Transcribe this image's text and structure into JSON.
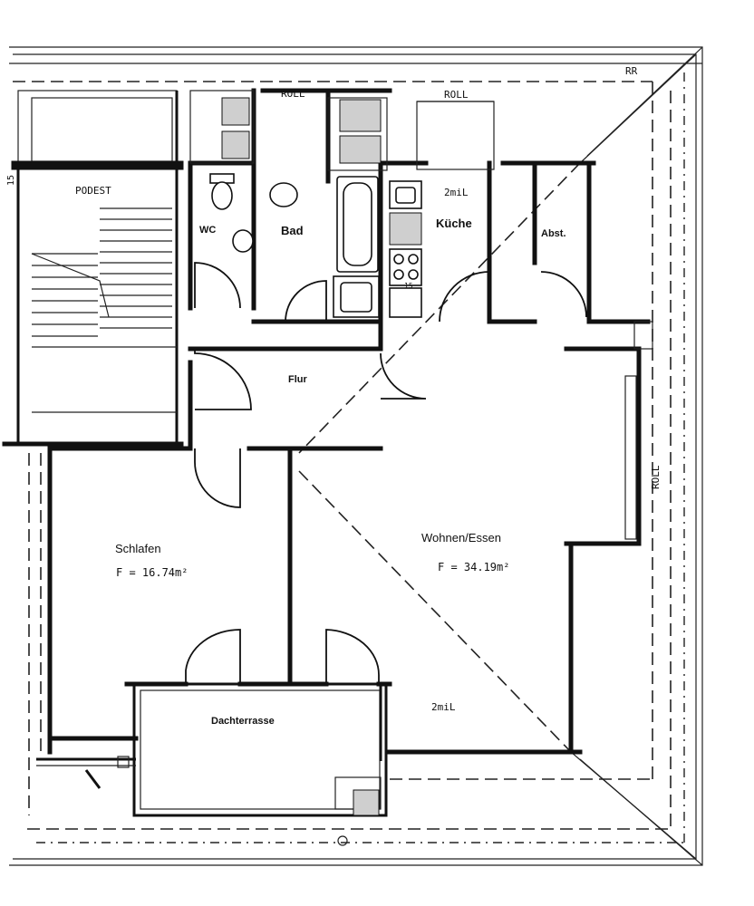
{
  "rooms": {
    "podest": "PODEST",
    "wc": "WC",
    "bad": "Bad",
    "kueche": "Küche",
    "abst": "Abst.",
    "flur": "Flur",
    "schlafen": "Schlafen",
    "schlafen_area": "F = 16.74m²",
    "wohnen": "Wohnen/Essen",
    "wohnen_area": "F = 34.19m²",
    "dachterrasse": "Dachterrasse"
  },
  "annotations": {
    "roll_top_left": "ROLL",
    "roll_top_right": "ROLL",
    "roll_right": "ROLL",
    "rr": "RR",
    "mil_kitchen": "2miL",
    "mil_terrace": "2miL",
    "stair_15": "15",
    "kitchen_marker": "15"
  }
}
